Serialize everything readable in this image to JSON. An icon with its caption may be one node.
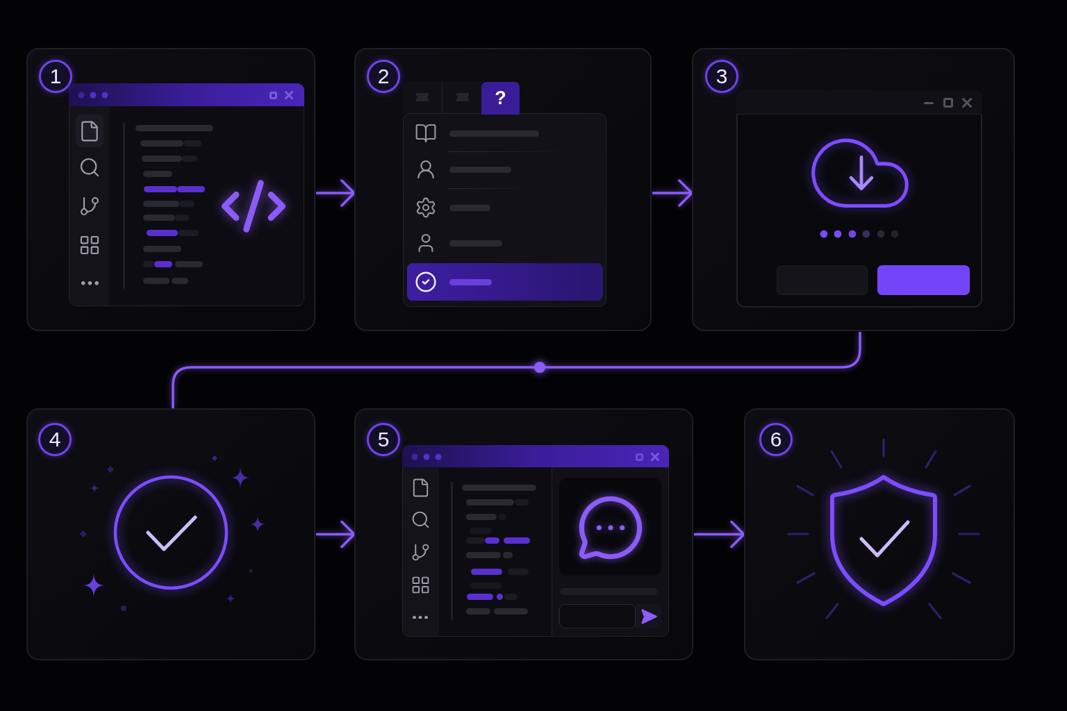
{
  "diagram": {
    "nodes": [
      {
        "text": [
          "1"
        ]
      },
      {
        "text": [
          "2"
        ]
      },
      {
        "text": [
          "?"
        ],
        "in": 1
      },
      {
        "text": [
          "3"
        ]
      },
      {
        "text": [
          "4"
        ]
      },
      {
        "text": [
          "5"
        ]
      },
      {
        "text": [
          "6"
        ]
      }
    ],
    "edges": [
      {
        "from": 0,
        "to": 1,
        "arrow": "to"
      },
      {
        "from": 1,
        "to": 3,
        "arrow": "to"
      },
      {
        "from": 3,
        "to": 4,
        "arrow": "none"
      },
      {
        "from": 4,
        "to": 5,
        "arrow": "to"
      },
      {
        "from": 5,
        "to": 6,
        "arrow": "to"
      }
    ]
  }
}
